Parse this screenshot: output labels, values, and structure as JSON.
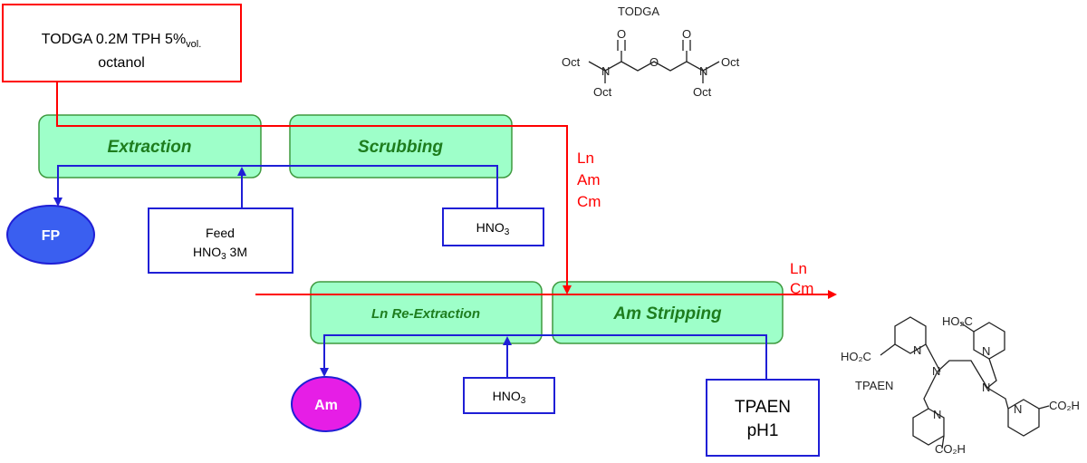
{
  "colors": {
    "organic_flow": "#ff0000",
    "aqueous_flow": "#1f1fd6",
    "stage_fill": "#9effc9",
    "stage_stroke": "#3f9a3f",
    "stage_text": "#1e7d1e",
    "fp_fill": "#3a5ff0",
    "am_fill": "#e61ee6",
    "structure_ink": "#222222"
  },
  "solvent": {
    "line1_main": "TODGA 0.2M TPH 5%",
    "line1_sub": "vol.",
    "line2": "octanol"
  },
  "stages": {
    "extraction": "Extraction",
    "scrubbing": "Scrubbing",
    "ln_reextraction": "Ln Re-Extraction",
    "am_stripping": "Am Stripping"
  },
  "inputs": {
    "feed_line1": "Feed",
    "feed_line2_main": "HNO",
    "feed_line2_sub": "3",
    "feed_line2_tail": " 3M",
    "scrub_acid_main": "HNO",
    "scrub_acid_sub": "3",
    "reext_acid_main": "HNO",
    "reext_acid_sub": "3",
    "tpaen_line1": "TPAEN",
    "tpaen_line2": "pH1"
  },
  "outputs": {
    "fp": "FP",
    "am": "Am"
  },
  "streams": {
    "loaded_organic": [
      "Ln",
      "Am",
      "Cm"
    ],
    "final_organic": [
      "Ln",
      "Cm"
    ]
  },
  "structures": {
    "todga": {
      "title": "TODGA",
      "oct_labels": [
        "Oct",
        "Oct",
        "Oct",
        "Oct"
      ],
      "n_labels": [
        "N",
        "N"
      ],
      "o_labels": [
        "O",
        "O",
        "O"
      ]
    },
    "tpaen": {
      "title": "TPAEN",
      "ho2c_labels": [
        "HO₂C",
        "HO₂C"
      ],
      "co2h_labels": [
        "CO₂H",
        "CO₂H"
      ],
      "n_labels": [
        "N",
        "N",
        "N",
        "N",
        "N",
        "N"
      ]
    }
  }
}
